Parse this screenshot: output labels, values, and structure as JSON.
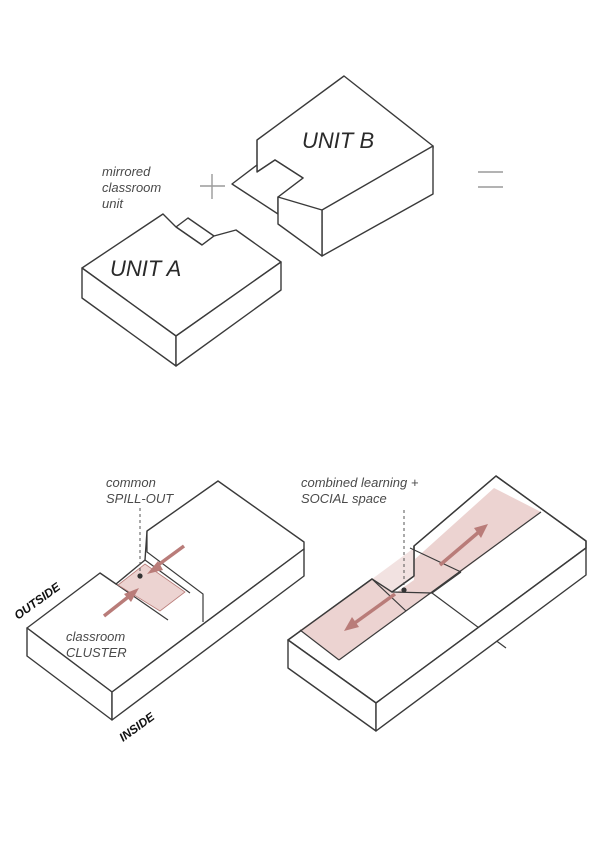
{
  "top": {
    "mirrored_label": [
      "mirrored",
      "classroom",
      "unit"
    ],
    "unit_a": "UNIT A",
    "unit_b": "UNIT B",
    "plus": "+",
    "equals": "="
  },
  "bottom_left": {
    "spill_label": [
      "common",
      "SPILL-OUT"
    ],
    "cluster_label": [
      "classroom",
      "CLUSTER"
    ],
    "outside": "OUTSIDE",
    "inside": "INSIDE"
  },
  "bottom_right": {
    "combined_label": [
      "combined learning +",
      "SOCIAL space"
    ]
  },
  "colors": {
    "accent": "#b97c79",
    "accent_fill": "#ecd3d1",
    "line": "#3a3a3a"
  }
}
